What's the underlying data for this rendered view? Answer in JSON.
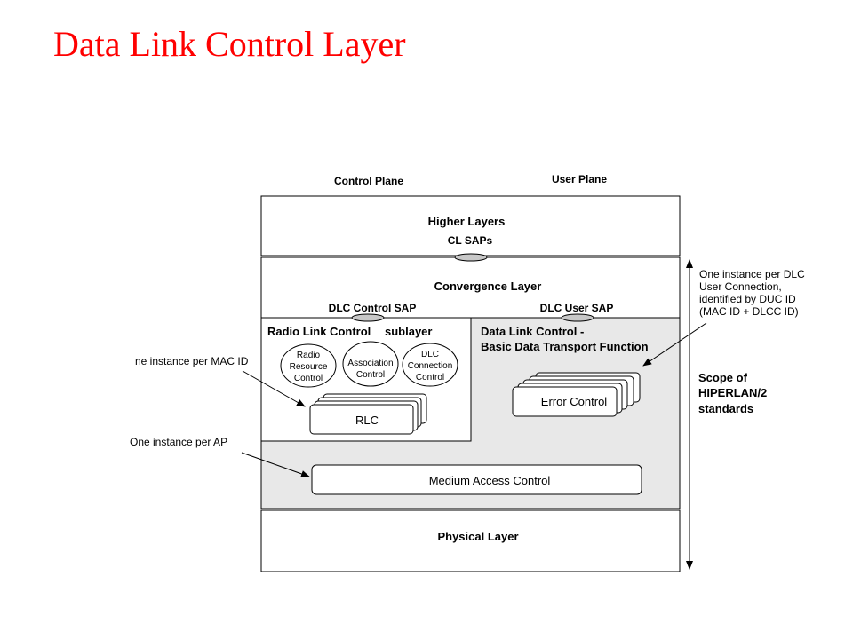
{
  "title": "Data Link Control Layer",
  "planes": {
    "control": "Control Plane",
    "user": "User Plane"
  },
  "higher_layers": {
    "label": "Higher Layers",
    "sap": "CL SAPs"
  },
  "convergence_layer": {
    "label": "Convergence Layer",
    "control_sap": "DLC Control SAP",
    "user_sap": "DLC User SAP"
  },
  "rlc_sublayer": {
    "label_part1": "Radio Link Control",
    "label_part2": "sublayer",
    "entities": [
      {
        "lines": [
          "Radio",
          "Resource",
          "Control"
        ]
      },
      {
        "lines": [
          "Association",
          "Control"
        ]
      },
      {
        "lines": [
          "DLC",
          "Connection",
          "Control"
        ]
      }
    ],
    "rlc_box": "RLC"
  },
  "dlc_basic": {
    "line1": "Data Link Control -",
    "line2": "Basic Data Transport Function",
    "error_control": "Error Control"
  },
  "mac": "Medium Access Control",
  "physical_layer": "Physical Layer",
  "annotations": {
    "per_mac_id": "ne instance per MAC ID",
    "per_ap": "One instance per AP",
    "per_dlc_user": [
      "One instance per DLC",
      "User Connection,",
      "identified by DUC ID",
      "(MAC ID + DLCC ID)"
    ],
    "scope": [
      "Scope of",
      "HIPERLAN/2",
      "standards"
    ]
  },
  "colors": {
    "title": "#ff0000",
    "shaded": "#e8e8e8",
    "sap": "#c8c8c8"
  }
}
